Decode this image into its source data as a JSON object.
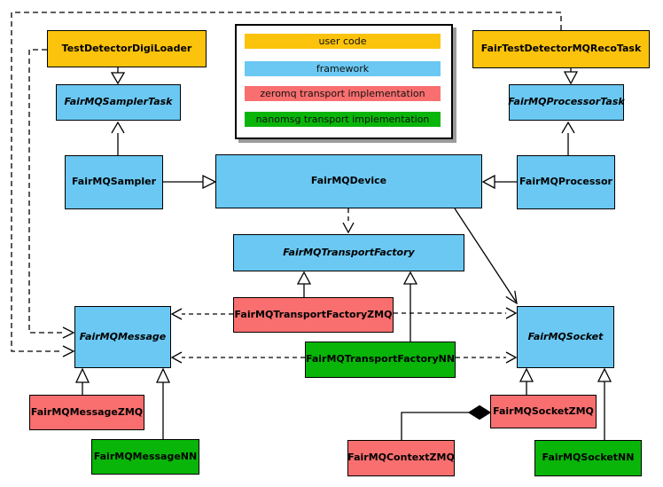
{
  "colors": {
    "user_code": "#FBC30B",
    "framework": "#6AC8F2",
    "zeromq": "#F96F6F",
    "nanomsg": "#09B509",
    "connector": "#000000",
    "background": "#FFFFFF"
  },
  "legend": {
    "items": [
      {
        "label": "user code",
        "category": "user_code"
      },
      {
        "label": "framework",
        "category": "framework"
      },
      {
        "label": "zeromq transport implementation",
        "category": "zeromq"
      },
      {
        "label": "nanomsg transport implementation",
        "category": "nanomsg"
      }
    ]
  },
  "classes": {
    "test_detector_digi_loader": {
      "label": "TestDetectorDigiLoader",
      "category": "user_code",
      "abstract": false
    },
    "fair_test_detector_mq_reco_task": {
      "label": "FairTestDetectorMQRecoTask",
      "category": "user_code",
      "abstract": false
    },
    "fair_mq_sampler_task": {
      "label": "FairMQSamplerTask",
      "category": "framework",
      "abstract": true
    },
    "fair_mq_processor_task": {
      "label": "FairMQProcessorTask",
      "category": "framework",
      "abstract": true
    },
    "fair_mq_sampler": {
      "label": "FairMQSampler",
      "category": "framework",
      "abstract": false
    },
    "fair_mq_device": {
      "label": "FairMQDevice",
      "category": "framework",
      "abstract": false
    },
    "fair_mq_processor": {
      "label": "FairMQProcessor",
      "category": "framework",
      "abstract": false
    },
    "fair_mq_transport_factory": {
      "label": "FairMQTransportFactory",
      "category": "framework",
      "abstract": true
    },
    "fair_mq_transport_factory_zmq": {
      "label": "FairMQTransportFactoryZMQ",
      "category": "zeromq",
      "abstract": false
    },
    "fair_mq_transport_factory_nn": {
      "label": "FairMQTransportFactoryNN",
      "category": "nanomsg",
      "abstract": false
    },
    "fair_mq_message": {
      "label": "FairMQMessage",
      "category": "framework",
      "abstract": true
    },
    "fair_mq_socket": {
      "label": "FairMQSocket",
      "category": "framework",
      "abstract": true
    },
    "fair_mq_message_zmq": {
      "label": "FairMQMessageZMQ",
      "category": "zeromq",
      "abstract": false
    },
    "fair_mq_message_nn": {
      "label": "FairMQMessageNN",
      "category": "nanomsg",
      "abstract": false
    },
    "fair_mq_context_zmq": {
      "label": "FairMQContextZMQ",
      "category": "zeromq",
      "abstract": false
    },
    "fair_mq_socket_zmq": {
      "label": "FairMQSocketZMQ",
      "category": "zeromq",
      "abstract": false
    },
    "fair_mq_socket_nn": {
      "label": "FairMQSocketNN",
      "category": "nanomsg",
      "abstract": false
    }
  },
  "relationships": [
    {
      "from": "TestDetectorDigiLoader",
      "to": "FairMQSamplerTask",
      "type": "inheritance"
    },
    {
      "from": "FairTestDetectorMQRecoTask",
      "to": "FairMQProcessorTask",
      "type": "inheritance"
    },
    {
      "from": "FairMQSampler",
      "to": "FairMQSamplerTask",
      "type": "arrow"
    },
    {
      "from": "FairMQProcessor",
      "to": "FairMQProcessorTask",
      "type": "arrow"
    },
    {
      "from": "FairMQSampler",
      "to": "FairMQDevice",
      "type": "inheritance"
    },
    {
      "from": "FairMQProcessor",
      "to": "FairMQDevice",
      "type": "inheritance"
    },
    {
      "from": "FairMQDevice",
      "to": "FairMQTransportFactory",
      "type": "dependency"
    },
    {
      "from": "FairMQDevice",
      "to": "FairMQSocket",
      "type": "arrow"
    },
    {
      "from": "FairMQTransportFactoryZMQ",
      "to": "FairMQTransportFactory",
      "type": "inheritance"
    },
    {
      "from": "FairMQTransportFactoryNN",
      "to": "FairMQTransportFactory",
      "type": "inheritance"
    },
    {
      "from": "FairMQTransportFactoryZMQ",
      "to": "FairMQMessage",
      "type": "dependency"
    },
    {
      "from": "FairMQTransportFactoryZMQ",
      "to": "FairMQSocket",
      "type": "dependency"
    },
    {
      "from": "FairMQTransportFactoryNN",
      "to": "FairMQMessage",
      "type": "dependency"
    },
    {
      "from": "FairMQTransportFactoryNN",
      "to": "FairMQSocket",
      "type": "dependency"
    },
    {
      "from": "TestDetectorDigiLoader",
      "to": "FairMQMessage",
      "type": "dependency"
    },
    {
      "from": "FairTestDetectorMQRecoTask",
      "to": "FairMQMessage",
      "type": "dependency"
    },
    {
      "from": "FairMQMessageZMQ",
      "to": "FairMQMessage",
      "type": "inheritance"
    },
    {
      "from": "FairMQMessageNN",
      "to": "FairMQMessage",
      "type": "inheritance"
    },
    {
      "from": "FairMQSocketZMQ",
      "to": "FairMQSocket",
      "type": "inheritance"
    },
    {
      "from": "FairMQSocketNN",
      "to": "FairMQSocket",
      "type": "inheritance"
    },
    {
      "from": "FairMQContextZMQ",
      "to": "FairMQSocketZMQ",
      "type": "composition"
    }
  ]
}
